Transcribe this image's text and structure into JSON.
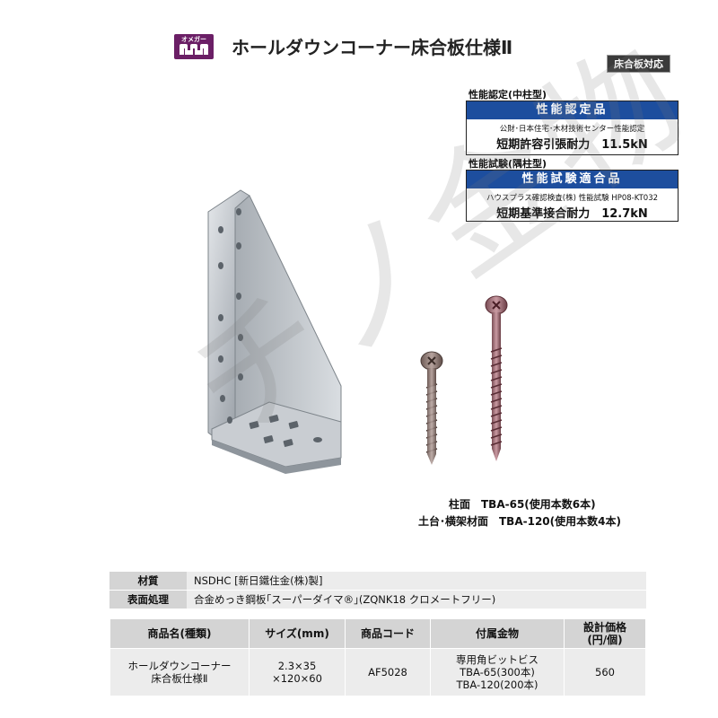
{
  "header": {
    "logo_text": "オメガー",
    "title": "ホールダウンコーナー床合板仕様Ⅱ",
    "badge": "床合板対応"
  },
  "cert1": {
    "label": "性能認定(中柱型)",
    "heading": "性能認定品",
    "line1": "公財･日本住宅･木材技術センター性能認定",
    "line2": "短期許容引張耐力　11.5kN"
  },
  "cert2": {
    "label": "性能試験(隅柱型)",
    "heading": "性能試験適合品",
    "line1": "ハウスプラス確認検査(株) 性能試験 HP08-KT032",
    "line2": "短期基準接合耐力　12.7kN"
  },
  "captions": {
    "line1": "柱面　TBA-65(使用本数6本)",
    "line2": "土台･横架材面　TBA-120(使用本数4本)"
  },
  "watermark": "チノ金物",
  "spec": {
    "rows": [
      {
        "key": "材質",
        "value": "NSDHC [新日鐵住金(株)製]"
      },
      {
        "key": "表面処理",
        "value": "合金めっき鋼板｢スーパーダイマ®｣(ZQNK18 クロメートフリー)"
      }
    ]
  },
  "product_table": {
    "headers": [
      "商品名(種類)",
      "サイズ(mm)",
      "商品コード",
      "付属金物",
      "設計価格",
      "(円/個)"
    ],
    "row": {
      "name_1": "ホールダウンコーナー",
      "name_2": "床合板仕様Ⅱ",
      "size_1": "2.3×35",
      "size_2": "×120×60",
      "code": "AF5028",
      "acc_1": "専用角ビットビス",
      "acc_2": "TBA-65(300本)",
      "acc_3": "TBA-120(200本)",
      "price": "560"
    }
  },
  "colors": {
    "logo": "#6b1f66",
    "cert_head": "#1d4e9e",
    "badge": "#3a3a3a",
    "table_key": "#d4d4d4",
    "table_val": "#ececec"
  }
}
